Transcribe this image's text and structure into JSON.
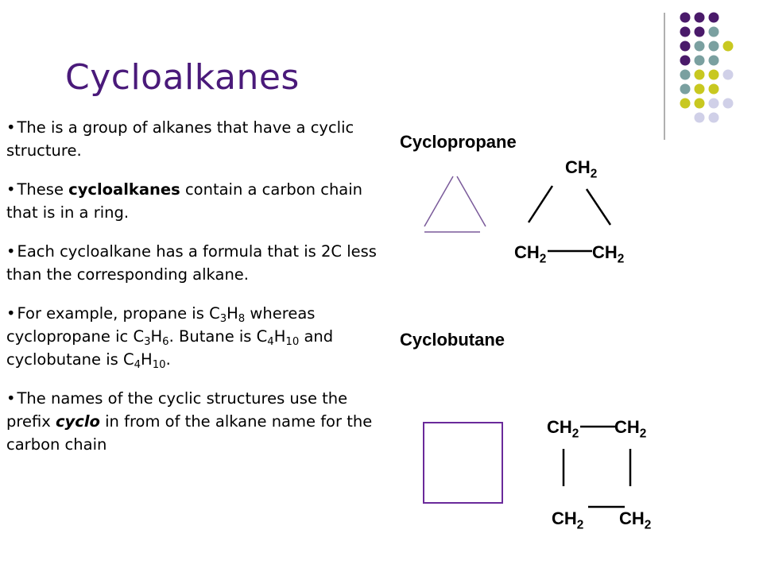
{
  "slide": {
    "title": "Cycloalkanes",
    "bullets": [
      {
        "parts": [
          {
            "t": "The is a group of alkanes that have a cyclic structure."
          }
        ]
      },
      {
        "parts": [
          {
            "t": "These "
          },
          {
            "t": "cycloalkanes",
            "s": "bold"
          },
          {
            "t": " contain a carbon chain that is in a ring."
          }
        ]
      },
      {
        "parts": [
          {
            "t": "Each cycloalkane has a formula that is 2C less than the corresponding alkane."
          }
        ]
      },
      {
        "parts": [
          {
            "t": "For example, propane is C"
          },
          {
            "t": "3",
            "s": "sub"
          },
          {
            "t": "H"
          },
          {
            "t": "8",
            "s": "sub"
          },
          {
            "t": " whereas cyclopropane ic C"
          },
          {
            "t": "3",
            "s": "sub"
          },
          {
            "t": "H"
          },
          {
            "t": "6",
            "s": "sub"
          },
          {
            "t": ". Butane is C"
          },
          {
            "t": "4",
            "s": "sub"
          },
          {
            "t": "H"
          },
          {
            "t": "10",
            "s": "sub"
          },
          {
            "t": " and cyclobutane is C"
          },
          {
            "t": "4",
            "s": "sub"
          },
          {
            "t": "H"
          },
          {
            "t": "10",
            "s": "sub"
          },
          {
            "t": "."
          }
        ]
      },
      {
        "parts": [
          {
            "t": "The names of the cyclic structures use the prefix "
          },
          {
            "t": "cyclo",
            "s": "ital"
          },
          {
            "t": " in from of the alkane name for the carbon chain"
          }
        ]
      }
    ]
  },
  "cyclopropane": {
    "label": "Cyclopropane",
    "groups": [
      {
        "main": "CH",
        "sub": "2"
      },
      {
        "main": "CH",
        "sub": "2"
      },
      {
        "main": "CH",
        "sub": "2"
      }
    ]
  },
  "cyclobutane": {
    "label": "Cyclobutane",
    "groups": [
      {
        "main": "CH",
        "sub": "2"
      },
      {
        "main": "CH",
        "sub": "2"
      },
      {
        "main": "CH",
        "sub": "2"
      },
      {
        "main": "CH",
        "sub": "2"
      }
    ]
  },
  "colors": {
    "title": "#4a1a7a",
    "triangle": "#7a5a9a",
    "square": "#6a2a9a",
    "dot_purple": "#4a1a6a",
    "dot_teal": "#7aa0a0",
    "dot_yellow": "#c8c820",
    "dot_lavender": "#d0d0e8"
  }
}
